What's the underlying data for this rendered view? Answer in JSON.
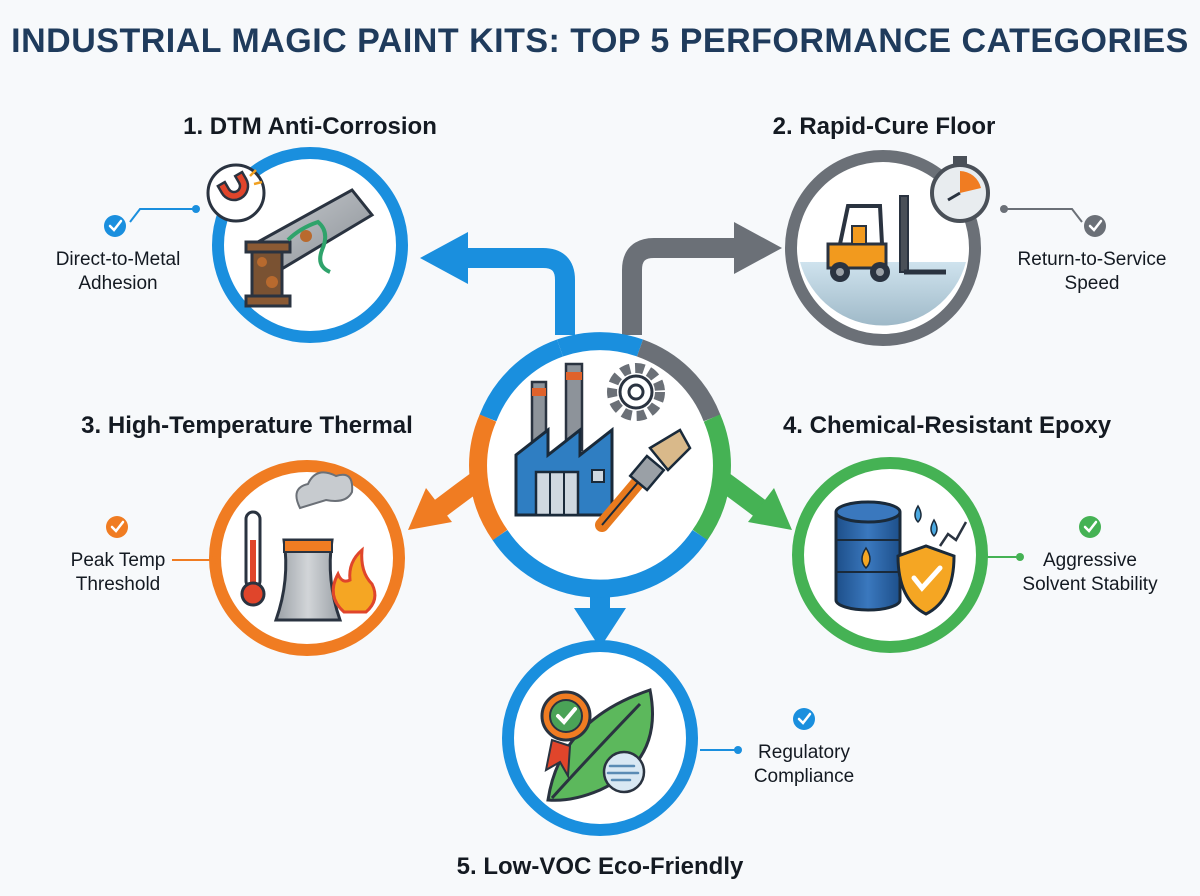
{
  "title": "INDUSTRIAL MAGIC PAINT KITS: TOP 5 PERFORMANCE CATEGORIES",
  "colors": {
    "blue": "#1a8fde",
    "gray": "#6b7077",
    "orange": "#f07c22",
    "green": "#45b254",
    "navy": "#1f3b5c",
    "background": "#f7f9fb"
  },
  "hub": {
    "icon": "factory-gear-paintbrush-icon"
  },
  "categories": [
    {
      "heading": "1. DTM Anti-Corrosion",
      "feature_line1": "Direct-to-Metal",
      "feature_line2": "Adhesion",
      "icon": "rusted-steel-beam-icon",
      "badge_icon": "magnet-icon",
      "color": "blue"
    },
    {
      "heading": "2. Rapid-Cure Floor",
      "feature_line1": "Return-to-Service",
      "feature_line2": "Speed",
      "icon": "forklift-icon",
      "badge_icon": "stopwatch-icon",
      "color": "gray"
    },
    {
      "heading": "3. High-Temperature Thermal",
      "feature_line1": "Peak Temp",
      "feature_line2": "Threshold",
      "icon": "thermometer-cooling-tower-flame-icon",
      "color": "orange"
    },
    {
      "heading": "4. Chemical-Resistant Epoxy",
      "feature_line1": "Aggressive",
      "feature_line2": "Solvent Stability",
      "icon": "chemical-drum-shield-icon",
      "color": "green"
    },
    {
      "heading": "5. Low-VOC Eco-Friendly",
      "feature_line1": "Regulatory",
      "feature_line2": "Compliance",
      "icon": "leaf-award-badge-icon",
      "color": "blue"
    }
  ]
}
